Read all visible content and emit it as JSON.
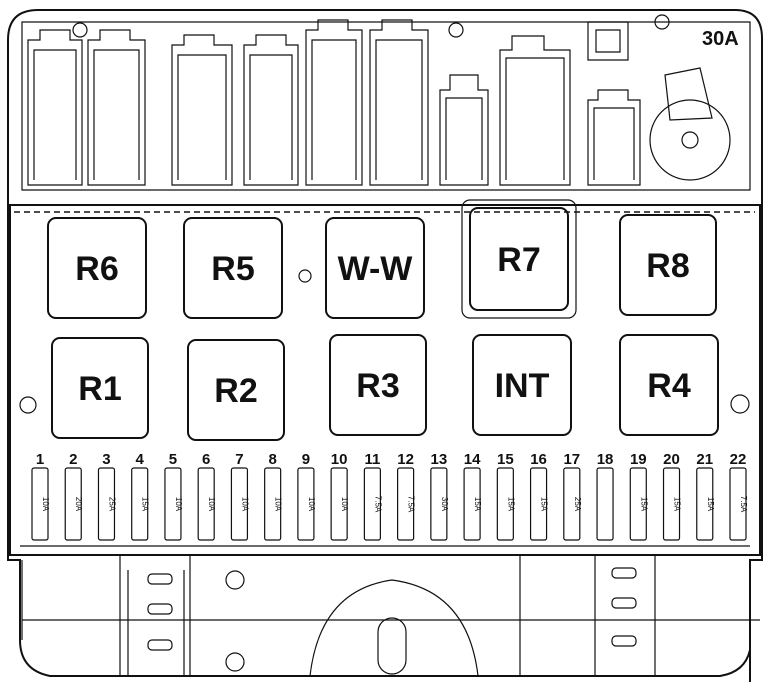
{
  "corner_rating": "30A",
  "relays_top": [
    {
      "label": "R6"
    },
    {
      "label": "R5"
    },
    {
      "label": "W-W"
    },
    {
      "label": "R7"
    },
    {
      "label": "R8"
    }
  ],
  "relays_bottom": [
    {
      "label": "R1"
    },
    {
      "label": "R2"
    },
    {
      "label": "R3"
    },
    {
      "label": "INT"
    },
    {
      "label": "R4"
    }
  ],
  "fuses": [
    {
      "num": "1",
      "amp": "10A"
    },
    {
      "num": "2",
      "amp": "20A"
    },
    {
      "num": "3",
      "amp": "25A"
    },
    {
      "num": "4",
      "amp": "15A"
    },
    {
      "num": "5",
      "amp": "10A"
    },
    {
      "num": "6",
      "amp": "10A"
    },
    {
      "num": "7",
      "amp": "10A"
    },
    {
      "num": "8",
      "amp": "10A"
    },
    {
      "num": "9",
      "amp": "10A"
    },
    {
      "num": "10",
      "amp": "10A"
    },
    {
      "num": "11",
      "amp": "7.5A"
    },
    {
      "num": "12",
      "amp": "7.5A"
    },
    {
      "num": "13",
      "amp": "30A"
    },
    {
      "num": "14",
      "amp": "15A"
    },
    {
      "num": "15",
      "amp": "15A"
    },
    {
      "num": "16",
      "amp": "15A"
    },
    {
      "num": "17",
      "amp": "25A"
    },
    {
      "num": "18",
      "amp": ""
    },
    {
      "num": "19",
      "amp": "15A"
    },
    {
      "num": "20",
      "amp": "15A"
    },
    {
      "num": "21",
      "amp": "15A"
    },
    {
      "num": "22",
      "amp": "7.5A"
    }
  ]
}
